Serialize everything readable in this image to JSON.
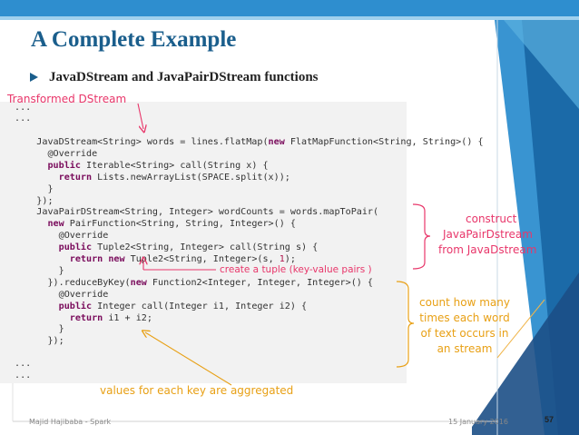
{
  "slide": {
    "title": "A Complete Example",
    "subtitle": "JavaDStream and JavaPairDStream functions",
    "footer_left": "Majid Hajibaba - Spark",
    "footer_date": "15 January 2016",
    "page_number": "57"
  },
  "code": {
    "lines": [
      "...",
      "...",
      "",
      "    JavaDStream<String> words = lines.flatMap(new FlatMapFunction<String, String>() {",
      "      @Override",
      "      public Iterable<String> call(String x) {",
      "        return Lists.newArrayList(SPACE.split(x));",
      "      }",
      "    });",
      "    JavaPairDStream<String, Integer> wordCounts = words.mapToPair(",
      "      new PairFunction<String, String, Integer>() {",
      "        @Override",
      "        public Tuple2<String, Integer> call(String s) {",
      "          return new Tuple2<String, Integer>(s, 1);",
      "        }",
      "      }).reduceByKey(new Function2<Integer, Integer, Integer>() {",
      "        @Override",
      "        public Integer call(Integer i1, Integer i2) {",
      "          return i1 + i2;",
      "        }",
      "      });",
      "...",
      "..."
    ]
  },
  "annotations": {
    "transformed": "Transformed DStream",
    "construct_1": "construct",
    "construct_2": "JavaPairDstream",
    "construct_3": "from JavaDstream",
    "tuple": "create a tuple (key-value pairs )",
    "count_1": "count how many",
    "count_2": "times each word",
    "count_3": "of text occurs in",
    "count_4": "an stream",
    "values": "values for each key are aggregated"
  },
  "colors": {
    "title": "#1a5e8c",
    "annotation_pink": "#e8366a",
    "annotation_orange": "#e8a015",
    "accent_blue": "#2e8ecf"
  }
}
